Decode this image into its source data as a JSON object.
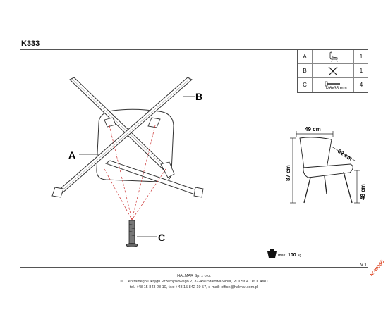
{
  "model": "K333",
  "parts": [
    {
      "letter": "A",
      "qty": "1"
    },
    {
      "letter": "B",
      "qty": "1"
    },
    {
      "letter": "C",
      "qty": "4",
      "size": "M6x35 mm"
    }
  ],
  "callouts": {
    "a": "A",
    "b": "B",
    "c": "C"
  },
  "dimensions": {
    "width": "49 cm",
    "depth": "62 cm",
    "height": "87 cm",
    "seat_height": "48 cm"
  },
  "max_load": {
    "label": "max.",
    "value": "100",
    "unit": "kg"
  },
  "version": "v.1",
  "footer": {
    "company": "HALMAR Sp. z o.o.",
    "address": "ul. Centralnego Okręgu Przemysłowego 2, 37-450 Stalowa Wola, POLSKA / POLAND",
    "contact": "tel. +48 15 843 28 10, fax: +48 15 842 19 57, e-mail: office@halmar.com.pl"
  },
  "stamp": "NOWOŚĆ"
}
